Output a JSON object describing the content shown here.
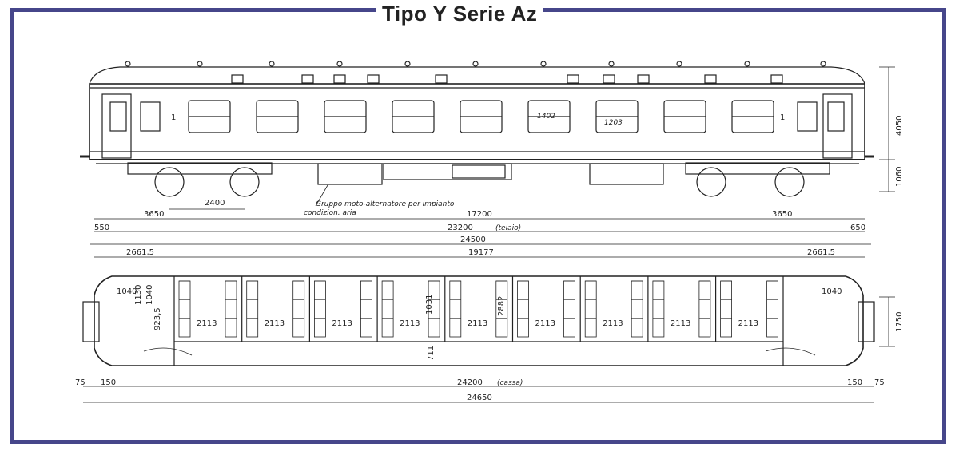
{
  "title": "Tipo Y  Serie Az",
  "side_view": {
    "door_number_left": "1",
    "door_number_right": "1",
    "window_label_1": "1402",
    "window_label_2": "1203",
    "height_body": "4050",
    "height_floor": "1060",
    "bogie_spacing": "2400",
    "generator_note_line1": "Gruppo moto-alternatore per impianto",
    "generator_note_line2": "condizion. aria",
    "overhang_left": "3650",
    "bogie_centers": "17200",
    "overhang_right": "3650",
    "buffer_left": "550",
    "frame_length": "23200",
    "frame_length_note": "(telaio)",
    "buffer_right": "650",
    "overall_length": "24500"
  },
  "plan_view": {
    "end_left": "2661,5",
    "compartments_total": "19177",
    "end_right": "2661,5",
    "vestibule_left": "1040",
    "vestibule_right": "1040",
    "wc_dim_1": "1130",
    "wc_dim_2": "1040",
    "wc_dim_3": "923,5",
    "corridor_dim": "711",
    "seat_dim": "1031",
    "interior_width": "2882",
    "width": "1750",
    "compartment_width": "2113",
    "gap_left": "75",
    "gap_left_2": "150",
    "body_length": "24200",
    "body_length_note": "(cassa)",
    "gap_right_2": "150",
    "gap_right": "75",
    "total_length": "24650"
  }
}
